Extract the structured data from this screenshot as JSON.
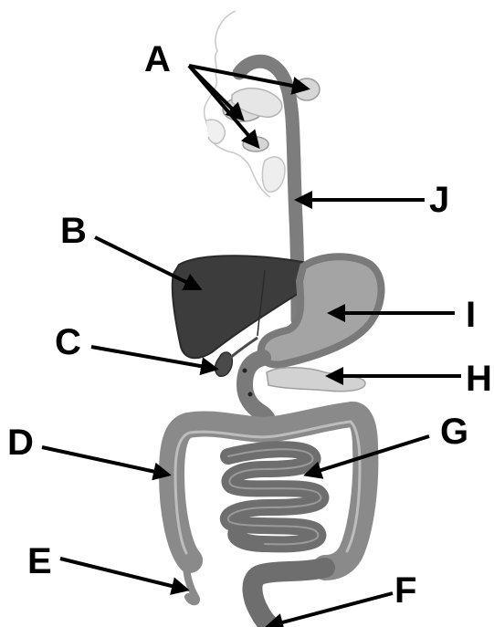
{
  "labels": {
    "a": "A",
    "b": "B",
    "c": "C",
    "d": "D",
    "e": "E",
    "f": "F",
    "g": "G",
    "h": "H",
    "i": "I",
    "j": "J"
  },
  "colors": {
    "dark_organ": "#3c3c3c",
    "mid_organ": "#6e6e6e",
    "light_organ": "#a9a9a9",
    "pale_organ": "#d2d2d2",
    "outline": "#8a8a8a",
    "label": "#000000"
  }
}
